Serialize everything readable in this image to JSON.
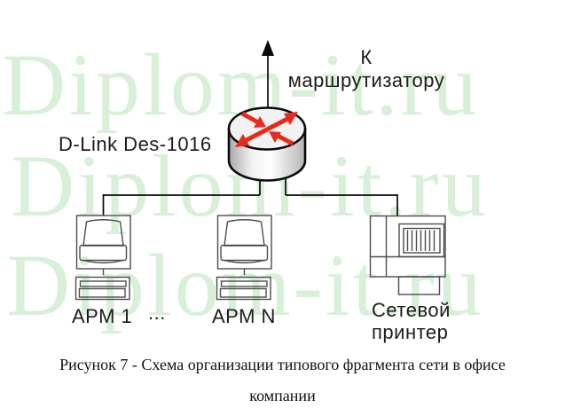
{
  "watermark": {
    "text": "Diplom-it.ru",
    "color": "#d7f0d7",
    "rows": 3
  },
  "diagram": {
    "switch_label": "D-Link Des-1016",
    "uplink_label": {
      "line1": "К",
      "line2": "маршрутизатору"
    },
    "workstation_1_label": "АРМ 1",
    "ellipsis": "...",
    "workstation_n_label": "АРМ N",
    "printer_label": {
      "line1": "Сетевой",
      "line2": "принтер"
    },
    "colors": {
      "network_line": "#0a0a0a",
      "icon_outline": "#4d4d4d",
      "arrow_red": "#e62b1e",
      "switch_fill_light": "#ffffff",
      "switch_fill_dark": "#b5b5b5"
    }
  },
  "caption": {
    "line1": "Рисунок 7 - Схема организации типового фрагмента сети в офисе",
    "line2": "компании"
  }
}
